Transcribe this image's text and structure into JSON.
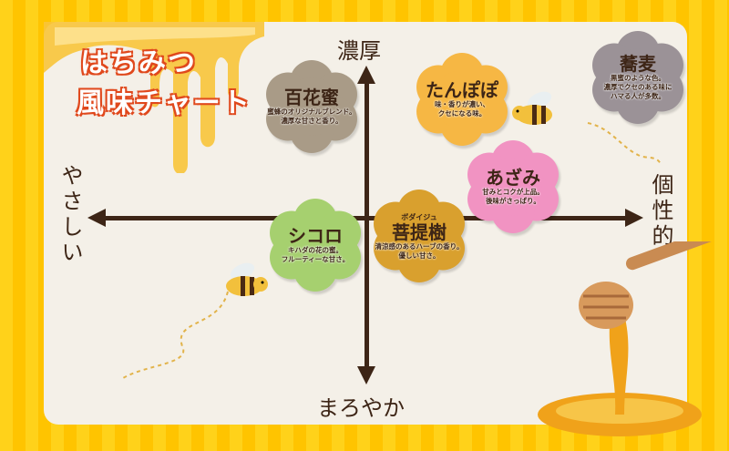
{
  "title": {
    "line1": "はちみつ",
    "line2": "風味チャート"
  },
  "axes": {
    "top": "濃厚",
    "bottom": "まろやか",
    "left": "やさしい",
    "right": "個性的"
  },
  "flowers": [
    {
      "name": "百花蜜",
      "ruby": "",
      "desc1": "蜜蜂のオリジナルブレンド。",
      "desc2": "濃厚な甘さと香り。",
      "desc3": "",
      "color": "#a99b87"
    },
    {
      "name": "たんぽぽ",
      "ruby": "",
      "desc1": "味・香りが濃い、",
      "desc2": "クセになる味。",
      "desc3": "",
      "color": "#f6b744"
    },
    {
      "name": "蕎麦",
      "ruby": "",
      "desc1": "黒蜜のような色。",
      "desc2": "濃厚でクセのある味に",
      "desc3": "ハマる人が多数。",
      "color": "#9b9297"
    },
    {
      "name": "あざみ",
      "ruby": "",
      "desc1": "甘みとコクが上品。",
      "desc2": "後味がさっぱり。",
      "desc3": "",
      "color": "#f193c2"
    },
    {
      "name": "菩提樹",
      "ruby": "ボダイジュ",
      "desc1": "清涼感のあるハーブの香り。",
      "desc2": "優しい甘さ。",
      "desc3": "",
      "color": "#d9a02e"
    },
    {
      "name": "シコロ",
      "ruby": "",
      "desc1": "キハダの花の蜜。",
      "desc2": "フルーティーな甘さ。",
      "desc3": "",
      "color": "#a6d06f"
    }
  ],
  "colors": {
    "axis": "#3d2516",
    "card": "#f4f0e8",
    "background": "#ffc400",
    "title_outline": "#e0491d"
  }
}
